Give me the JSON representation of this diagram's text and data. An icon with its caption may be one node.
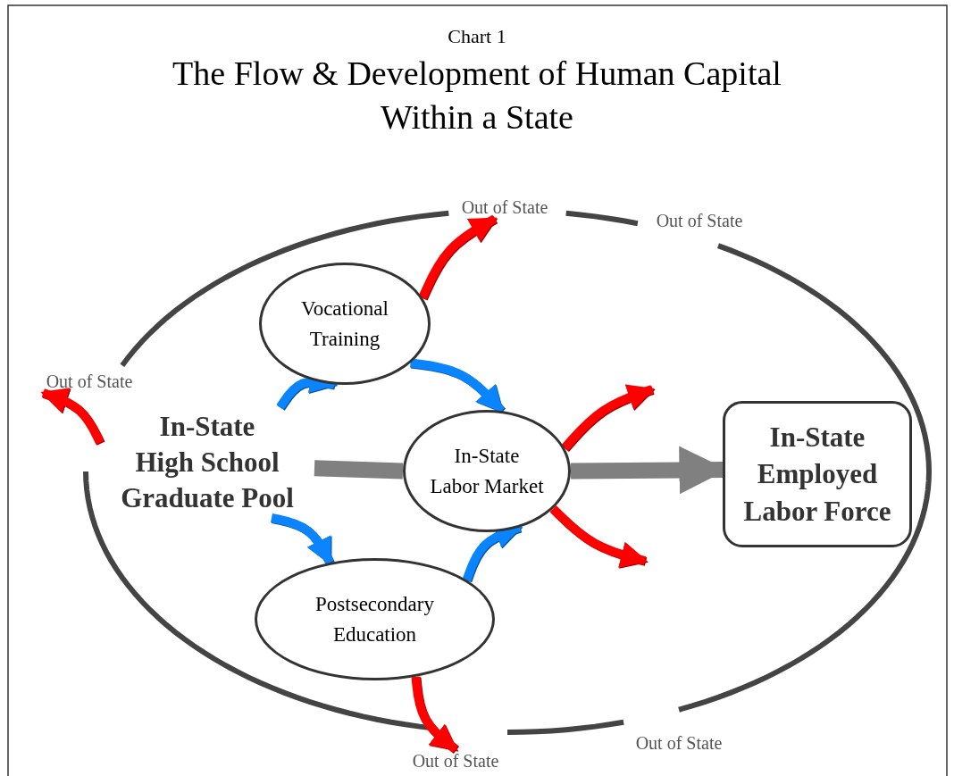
{
  "diagram": {
    "title": "The Flow & Development of Human Capital Within a State",
    "nodes": [
      {
        "text": [
          "Out of State"
        ]
      },
      {
        "text": [
          "Vocational Training"
        ]
      },
      {
        "text": [
          "Out of State"
        ]
      },
      {
        "text": [
          "In-State High School Graduate Pool"
        ]
      },
      {
        "text": [
          "In-State Labor Market"
        ]
      },
      {
        "text": [
          "In-State Employed Labor Force"
        ]
      },
      {
        "text": [
          "Postsecondary Education"
        ]
      },
      {
        "text": [
          "Out of State"
        ]
      }
    ],
    "edges": [
      {
        "from": 3,
        "to": 1,
        "arrow": "to",
        "color": "#0a84ff"
      },
      {
        "from": 1,
        "to": 4,
        "arrow": "to",
        "color": "#0a84ff"
      },
      {
        "from": 3,
        "to": 6,
        "arrow": "to",
        "color": "#0a84ff"
      },
      {
        "from": 6,
        "to": 4,
        "arrow": "to",
        "color": "#0a84ff"
      },
      {
        "from": 1,
        "to": 0,
        "arrow": "to",
        "color": "#ff0000"
      },
      {
        "from": 3,
        "to": 2,
        "arrow": "to",
        "color": "#ff0000"
      },
      {
        "from": 4,
        "to": null,
        "arrow": "to",
        "color": "#ff0000"
      },
      {
        "from": 4,
        "to": null,
        "arrow": "to",
        "color": "#ff0000"
      },
      {
        "from": 6,
        "to": 7,
        "arrow": "to",
        "color": "#ff0000"
      },
      {
        "from": 3,
        "to": 4,
        "arrow": "none",
        "style": "thick",
        "color": "#808080"
      },
      {
        "from": 4,
        "to": 5,
        "arrow": "to",
        "style": "thick",
        "color": "#808080"
      }
    ],
    "labels": [
      "Chart 1",
      "Out of State",
      "Out of State"
    ]
  }
}
